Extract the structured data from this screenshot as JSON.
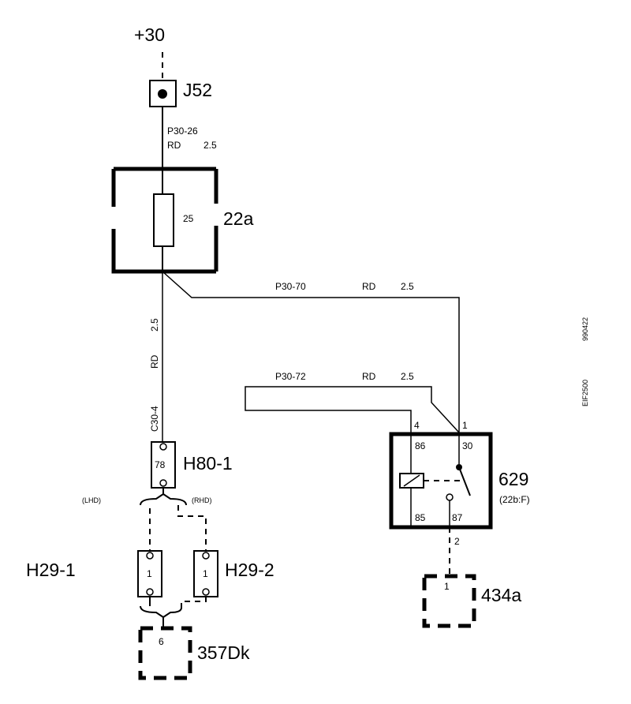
{
  "supply": {
    "label": "+30"
  },
  "components": {
    "j52": {
      "label": "J52"
    },
    "fuse_box": {
      "label": "22a",
      "fuse_rating": "25"
    },
    "h80_1": {
      "label": "H80-1",
      "pin": "78"
    },
    "h29_1": {
      "label": "H29-1",
      "pin": "1"
    },
    "h29_2": {
      "label": "H29-2",
      "pin": "1"
    },
    "c357dk": {
      "label": "357Dk",
      "pin": "6"
    },
    "relay": {
      "label": "629",
      "sublabel": "(22b:F)",
      "pin_86": "86",
      "pin_30": "30",
      "pin_85": "85",
      "pin_87": "87",
      "conn_4": "4",
      "conn_1": "1",
      "conn_2": "2"
    },
    "c434a": {
      "label": "434a",
      "pin": "1"
    }
  },
  "wires": {
    "w_p30_26": {
      "id": "P30-26",
      "color": "RD",
      "size": "2.5"
    },
    "w_p30_70": {
      "id": "P30-70",
      "color": "RD",
      "size": "2.5"
    },
    "w_p30_72": {
      "id": "P30-72",
      "color": "RD",
      "size": "2.5"
    },
    "w_vertical": {
      "size": "2.5",
      "color": "RD",
      "id": "C30-4"
    }
  },
  "variants": {
    "lhd": "(LHD)",
    "rhd": "(RHD)"
  },
  "margin_codes": {
    "code1": "990422",
    "code2": "EIF2500"
  }
}
